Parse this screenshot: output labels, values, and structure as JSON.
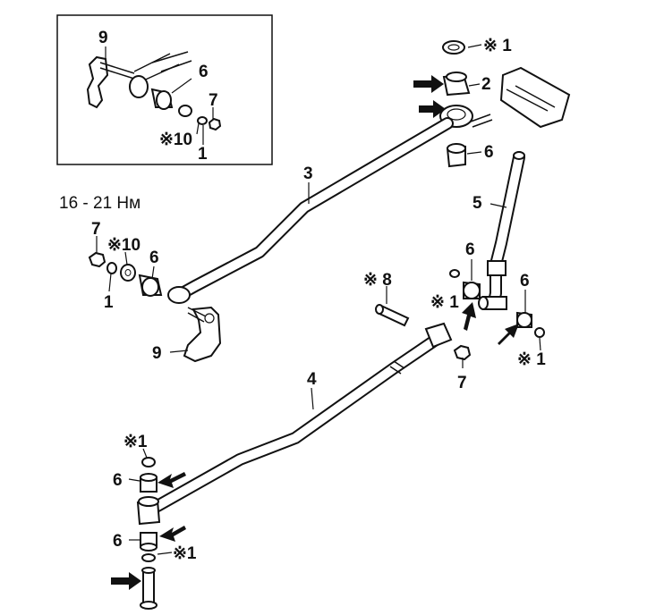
{
  "torque_spec": "16 - 21 Нм",
  "inset_labels": {
    "p9": "9",
    "p6": "6",
    "p7": "7",
    "p10": "※10",
    "p1": "1"
  },
  "callouts": {
    "top_1": "※ 1",
    "top_2": "2",
    "top_6": "6",
    "rod_3": "3",
    "rod_4": "4",
    "lever_5": "5",
    "left_7": "7",
    "left_10": "※10",
    "left_6": "6",
    "left_1": "1",
    "left_9": "9",
    "mid_8": "※ 8",
    "mid_1": "※ 1",
    "mid_6": "6",
    "right_6": "6",
    "right_1": "※ 1",
    "mid_7": "7",
    "bot_1a": "※1",
    "bot_6a": "6",
    "bot_6b": "6",
    "bot_1b": "※1"
  }
}
